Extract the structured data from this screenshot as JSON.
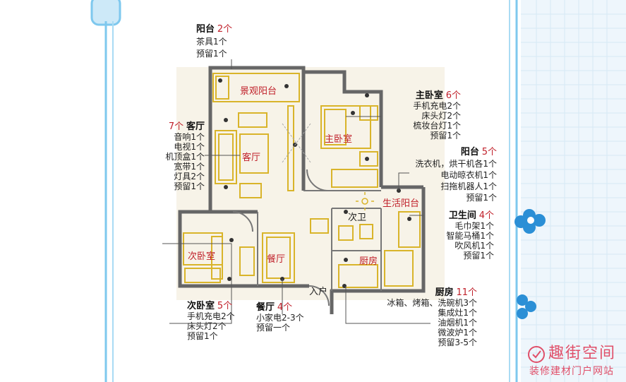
{
  "rooms": {
    "jingguan": "景观阳台",
    "keting": "客厅",
    "zhuwo": "主卧室",
    "ciwei": "次卫",
    "shenghuo": "生活阳台",
    "ciwo": "次卧室",
    "canting": "餐厅",
    "chufang": "厨房",
    "entrance": "入户"
  },
  "callouts": {
    "balcony_top": {
      "title": "阳台",
      "count": "2个",
      "lines": [
        "茶具1个",
        "预留1个"
      ]
    },
    "living": {
      "count": "7个",
      "title": "客厅",
      "lines": [
        "音响1个",
        "电视1个",
        "机顶盒1个",
        "宽带1个",
        "灯具2个",
        "预留1个"
      ]
    },
    "master": {
      "title": "主卧室",
      "count": "6个",
      "lines": [
        "手机充电2个",
        "床头灯2个",
        "梳妆台灯1个",
        "预留1个"
      ]
    },
    "balcony_right": {
      "title": "阳台",
      "count": "5个",
      "lines": [
        "洗衣机，烘干机各1个",
        "电动晾衣机1个",
        "扫拖机器人1个",
        "预留1个"
      ]
    },
    "bathroom": {
      "title": "卫生间",
      "count": "4个",
      "lines": [
        "毛巾架1个",
        "智能马桶1个",
        "吹风机1个",
        "预留1个"
      ]
    },
    "kitchen": {
      "title": "厨房",
      "count": "11个",
      "lines": [
        "冰箱、烤箱、洗碗机3个",
        "集成灶1个",
        "油烟机1个",
        "微波炉1个",
        "预留3-5个"
      ]
    },
    "second_bed": {
      "title": "次卧室",
      "count": "5个",
      "lines": [
        "手机充电2个",
        "床头灯2个",
        "预留1个"
      ]
    },
    "dining": {
      "title": "餐厅",
      "count": "4个",
      "lines": [
        "小家电2-3个",
        "预留一个"
      ]
    }
  },
  "watermark": {
    "title": "趣街空间",
    "subtitle": "装修建材门户网站"
  },
  "colors": {
    "frame": "#7ec8ee",
    "wall": "#666666",
    "furniture": "#d9b42a",
    "accent": "#c0202a"
  }
}
